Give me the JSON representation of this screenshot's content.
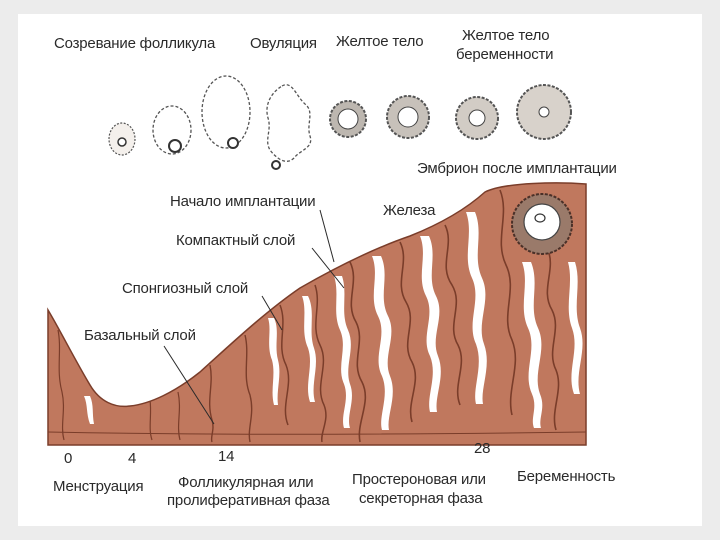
{
  "ovary_stages": {
    "maturation": "Созревание фолликула",
    "ovulation": "Овуляция",
    "corpus_luteum": "Желтое тело",
    "corpus_luteum_pregnancy_line1": "Желтое тело",
    "corpus_luteum_pregnancy_line2": "беременности"
  },
  "endometrium_labels": {
    "embryo": "Эмбрион после имплантации",
    "implantation_start": "Начало имплантации",
    "gland": "Железа",
    "compact_layer": "Компактный слой",
    "spongy_layer": "Спонгиозный слой",
    "basal_layer": "Базальный слой"
  },
  "day_axis": {
    "ticks": [
      "0",
      "4",
      "14",
      "28"
    ]
  },
  "phases": {
    "menstruation": "Менструация",
    "follicular_line1": "Фолликулярная или",
    "follicular_line2": "пролиферативная фаза",
    "progesterone_line1": "Простероновая или",
    "progesterone_line2": "секреторная фаза",
    "pregnancy": "Беременность"
  },
  "colors": {
    "tissue": "#c0785e",
    "tissue_dark": "#7a3d2a",
    "ink": "#2a2a2a"
  }
}
